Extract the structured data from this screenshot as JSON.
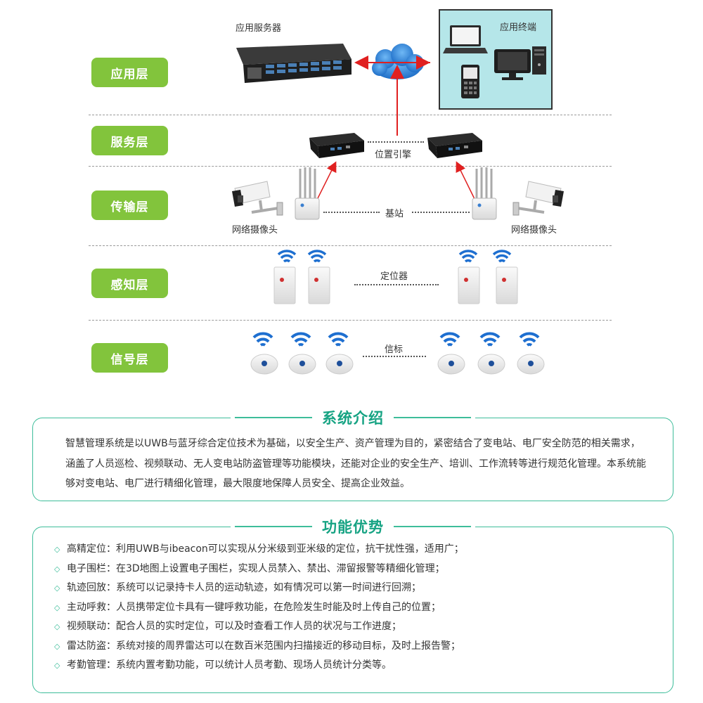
{
  "layers": [
    "应用层",
    "服务层",
    "传输层",
    "感知层",
    "信号层"
  ],
  "diagram": {
    "app_server_label": "应用服务器",
    "app_terminal_label": "应用终端",
    "engine_label": "位置引擎",
    "camera_left_label": "网络摄像头",
    "camera_right_label": "网络摄像头",
    "base_station_label": "基站",
    "locator_label": "定位器",
    "beacon_label": "信标"
  },
  "intro": {
    "title": "系统介绍",
    "text": "智慧管理系统是以UWB与蓝牙综合定位技术为基础，以安全生产、资产管理为目的，紧密结合了变电站、电厂安全防范的相关需求，涵盖了人员巡检、视频联动、无人变电站防盗管理等功能模块，还能对企业的安全生产、培训、工作流转等进行规范化管理。本系统能够对变电站、电厂进行精细化管理，最大限度地保障人员安全、提高企业效益。"
  },
  "features": {
    "title": "功能优势",
    "items": [
      "高精定位：利用UWB与ibeacon可以实现从分米级到亚米级的定位，抗干扰性强，适用广；",
      "电子围栏：在3D地图上设置电子围栏，实现人员禁入、禁出、滞留报警等精细化管理；",
      "轨迹回放：系统可以记录持卡人员的运动轨迹，如有情况可以第一时间进行回溯；",
      "主动呼救：人员携带定位卡具有一键呼救功能，在危险发生时能及时上传自己的位置；",
      "视频联动：配合人员的实时定位，可以及时查看工作人员的状况与工作进度；",
      "雷达防盗：系统对接的周界雷达可以在数百米范围内扫描接近的移动目标，及时上报告警；",
      "考勤管理：系统内置考勤功能，可以统计人员考勤、现场人员统计分类等。"
    ]
  },
  "colors": {
    "green_button": "#82c43c",
    "teal": "#3dbd9a",
    "arrow_red": "#e02020",
    "terminal_bg": "#b5e6e9",
    "cloud_blue": "#2b7fd4"
  }
}
